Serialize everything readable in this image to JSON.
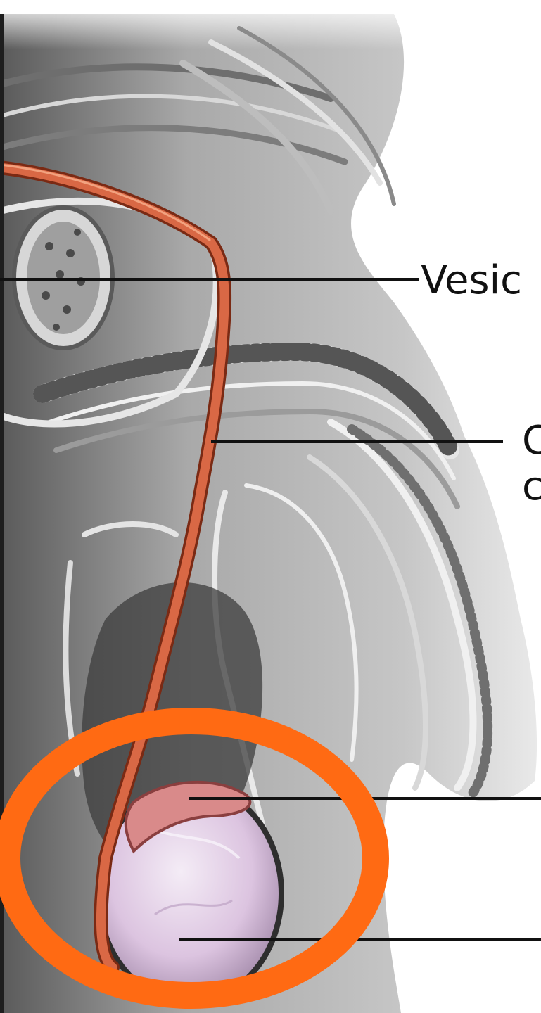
{
  "diagram": {
    "labels": [
      {
        "id": "vesic",
        "text": "Vesic"
      },
      {
        "id": "c-upper",
        "text": "C"
      },
      {
        "id": "c-lower",
        "text": "c"
      }
    ],
    "colors": {
      "duct": "#d96845",
      "duct_edge": "#7a2a14",
      "highlight_circle": "#ff6a13",
      "testis": "#e6d0e8",
      "epididymis": "#d98a8a",
      "tissue_light": "#c9c9c9",
      "tissue_mid": "#8e8e8e",
      "tissue_dark": "#4a4a4a",
      "leader_line": "#111111"
    },
    "icons": [
      "highlight-circle"
    ]
  }
}
